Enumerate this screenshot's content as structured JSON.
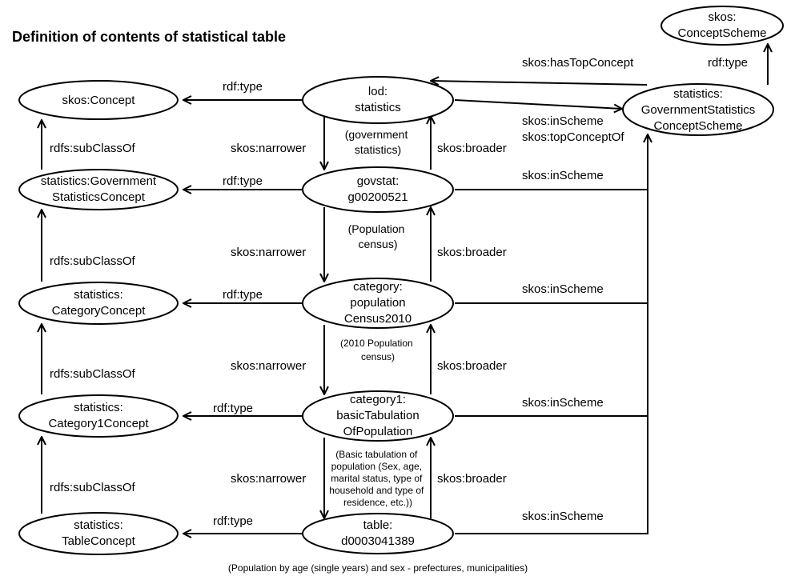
{
  "title": "Definition of contents of statistical table",
  "caption": "(Population by age (single years) and sex - prefectures, municipalities)",
  "nodes": {
    "concept_scheme": [
      "skos:",
      "ConceptScheme"
    ],
    "gov_scheme": [
      "statistics:",
      "GovernmentStatistics",
      "ConceptScheme"
    ],
    "skos_concept": [
      "skos:Concept"
    ],
    "gov_concept": [
      "statistics:Government",
      "StatisticsConcept"
    ],
    "category_concept": [
      "statistics:",
      "CategoryConcept"
    ],
    "category1_concept": [
      "statistics:",
      "Category1Concept"
    ],
    "table_concept": [
      "statistics:",
      "TableConcept"
    ],
    "lod": [
      "lod:",
      "statistics"
    ],
    "govstat": [
      "govstat:",
      "g00200521"
    ],
    "category": [
      "category:",
      "population",
      "Census2010"
    ],
    "category1": [
      "category1:",
      "basicTabulation",
      "OfPopulation"
    ],
    "table": [
      "table:",
      "d0003041389"
    ]
  },
  "notes": {
    "n1": [
      "(government",
      "statistics)"
    ],
    "n2": [
      "(Population",
      "census)"
    ],
    "n3": [
      "(2010 Population",
      "census)"
    ],
    "n4": [
      "(Basic tabulation of",
      "population (Sex, age,",
      "marital status, type of",
      "household and type of",
      "residence, etc.))"
    ]
  },
  "edge_labels": {
    "rdf_type": "rdf:type",
    "rdfs_subclassof": "rdfs:subClassOf",
    "skos_narrower": "skos:narrower",
    "skos_broader": "skos:broader",
    "skos_inscheme": "skos:inScheme",
    "skos_topconceptof": "skos:topConceptOf",
    "skos_hastopconcept": "skos:hasTopConcept"
  }
}
